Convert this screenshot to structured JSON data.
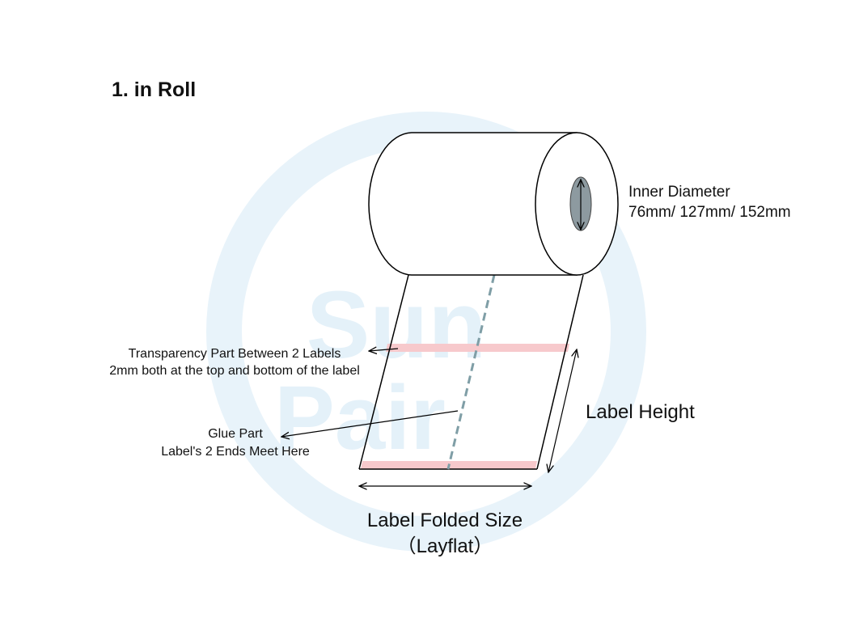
{
  "title": "1. in Roll",
  "watermark": {
    "line1": "Sun",
    "line2": "Pair",
    "color": "#e4f1f9"
  },
  "inner_diameter": {
    "label": "Inner Diameter",
    "sizes": "76mm/ 127mm/ 152mm"
  },
  "transparency": {
    "line1": "Transparency Part Between 2 Labels",
    "line2": "2mm both at the top and bottom of the label"
  },
  "glue": {
    "line1": "Glue Part",
    "line2": "Label's 2 Ends Meet Here"
  },
  "label_height": "Label Height",
  "folded_size": {
    "line1": "Label Folded Size",
    "line2": "（Layflat）"
  },
  "colors": {
    "outline": "#000000",
    "transparency_band": "#f7c9cc",
    "glue_dash": "#7f9ea6",
    "core": "#8d9aa0"
  }
}
